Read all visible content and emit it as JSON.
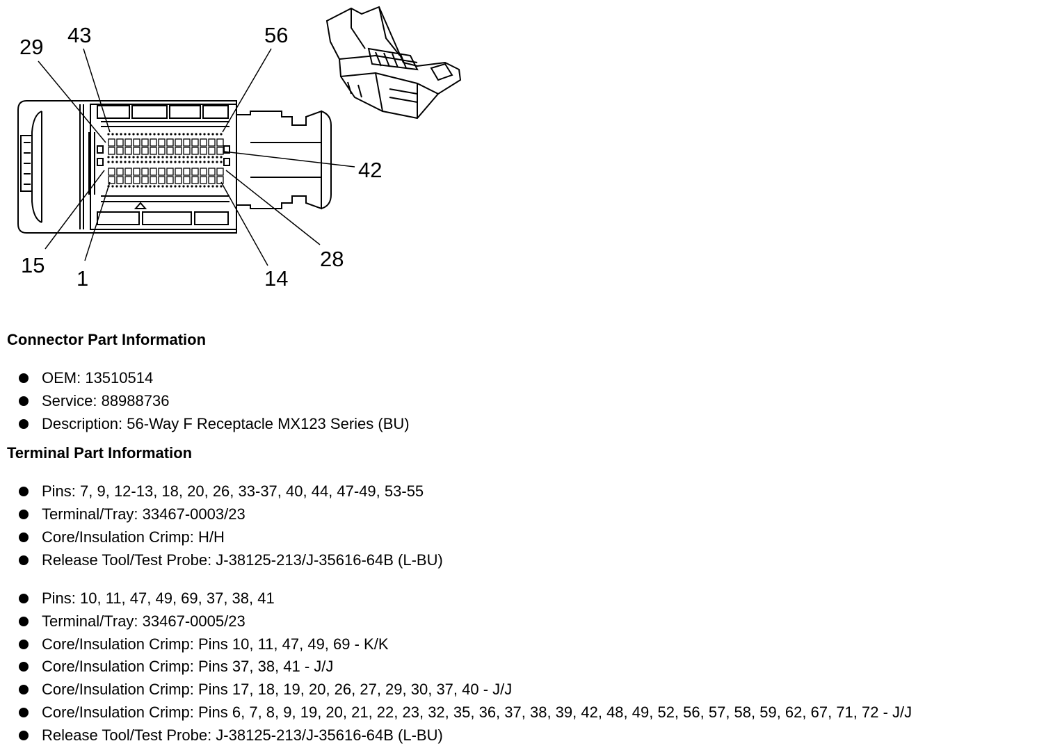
{
  "diagram": {
    "pin_labels": {
      "p29": "29",
      "p43": "43",
      "p56": "56",
      "p42": "42",
      "p28": "28",
      "p14": "14",
      "p1": "1",
      "p15": "15"
    }
  },
  "connector_info": {
    "heading": "Connector Part Information",
    "items": [
      "OEM: 13510514",
      "Service: 88988736",
      "Description: 56-Way F Receptacle MX123 Series (BU)"
    ]
  },
  "terminal_info": {
    "heading": "Terminal Part Information",
    "group1": [
      "Pins: 7, 9, 12-13, 18, 20, 26, 33-37, 40, 44, 47-49, 53-55",
      "Terminal/Tray: 33467-0003/23",
      "Core/Insulation Crimp: H/H",
      "Release Tool/Test Probe: J-38125-213/J-35616-64B (L-BU)"
    ],
    "group2": [
      "Pins: 10, 11, 47, 49, 69, 37, 38, 41",
      "Terminal/Tray: 33467-0005/23",
      "Core/Insulation Crimp: Pins 10, 11, 47, 49, 69 - K/K",
      "Core/Insulation Crimp: Pins 37, 38, 41 - J/J",
      "Core/Insulation Crimp: Pins 17, 18, 19, 20, 26, 27, 29, 30, 37, 40 - J/J",
      "Core/Insulation Crimp: Pins 6, 7, 8, 9, 19, 20, 21, 22, 23, 32, 35, 36, 37, 38, 39, 42, 48, 49, 52, 56, 57, 58, 59, 62, 67, 71, 72 - J/J",
      "Release Tool/Test Probe: J-38125-213/J-35616-64B (L-BU)"
    ]
  }
}
